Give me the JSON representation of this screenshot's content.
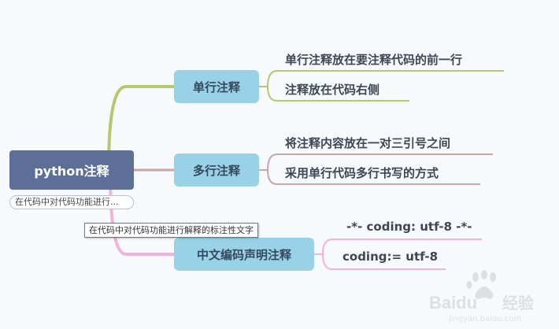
{
  "mindmap": {
    "root": {
      "label": "python注释",
      "note": "在代码中对代码功能进行..."
    },
    "tooltip": "在代码中对代码功能进行解释的标注性文字",
    "branches": [
      {
        "label": "单行注释",
        "color": "#b5c96a",
        "children": [
          "单行注释放在要注释代码的前一行",
          "注释放在代码右侧"
        ]
      },
      {
        "label": "多行注释",
        "color": "#c9a6a6",
        "children": [
          "将注释内容放在一对三引号之间",
          "采用单行代码多行书写的方式"
        ]
      },
      {
        "label": "中文编码声明注释",
        "color": "#f3b3d8",
        "children": [
          "-*- coding: utf-8 -*-",
          "coding:= utf-8"
        ]
      }
    ]
  },
  "colors": {
    "root_bg": "#5d6f99",
    "branch_bg": "#99d2e6",
    "canvas_bg": "#f6fafd"
  },
  "watermark": {
    "brand": "Baidu",
    "cn": "经验",
    "url": "jingyan.baidu.com"
  }
}
